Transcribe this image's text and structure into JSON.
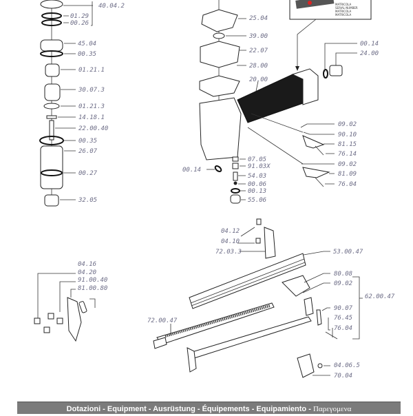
{
  "left_column_labels": [
    "40.04.2",
    "01.29",
    "00.26",
    "45.04",
    "00.35",
    "01.21.1",
    "30.07.3",
    "01.21.3",
    "14.18.1",
    "22.00.40",
    "00.35",
    "26.07",
    "00.27",
    "32.05"
  ],
  "body_labels": [
    "25.04",
    "39.00",
    "22.07",
    "28.00",
    "20.00",
    "00.14",
    "24.00",
    "09.02",
    "90.10",
    "81.15",
    "76.14",
    "09.02",
    "81.09",
    "76.04",
    "07.05",
    "91.03X",
    "54.03",
    "00.06",
    "00.13",
    "55.06",
    "00.14"
  ],
  "magazine_labels": [
    "04.12",
    "04.10",
    "72.03.3",
    "53.00.47",
    "80.08",
    "09.02",
    "62.00.47",
    "90.07",
    "76.45",
    "76.04",
    "72.00.47",
    "04.06.5",
    "70.04"
  ],
  "nose_labels": [
    "04.16",
    "04.20",
    "91.00.40",
    "81.00.80"
  ],
  "plate_text": [
    "MATRICOLA",
    "SERIAL NUMBER",
    "MATRICOLA",
    "MATRICOLA"
  ],
  "footer": {
    "text": "Dotazioni - Equipment - Ausrüstung - Équipements - Equipamiento - ",
    "greek": "Παρεγομενα"
  }
}
